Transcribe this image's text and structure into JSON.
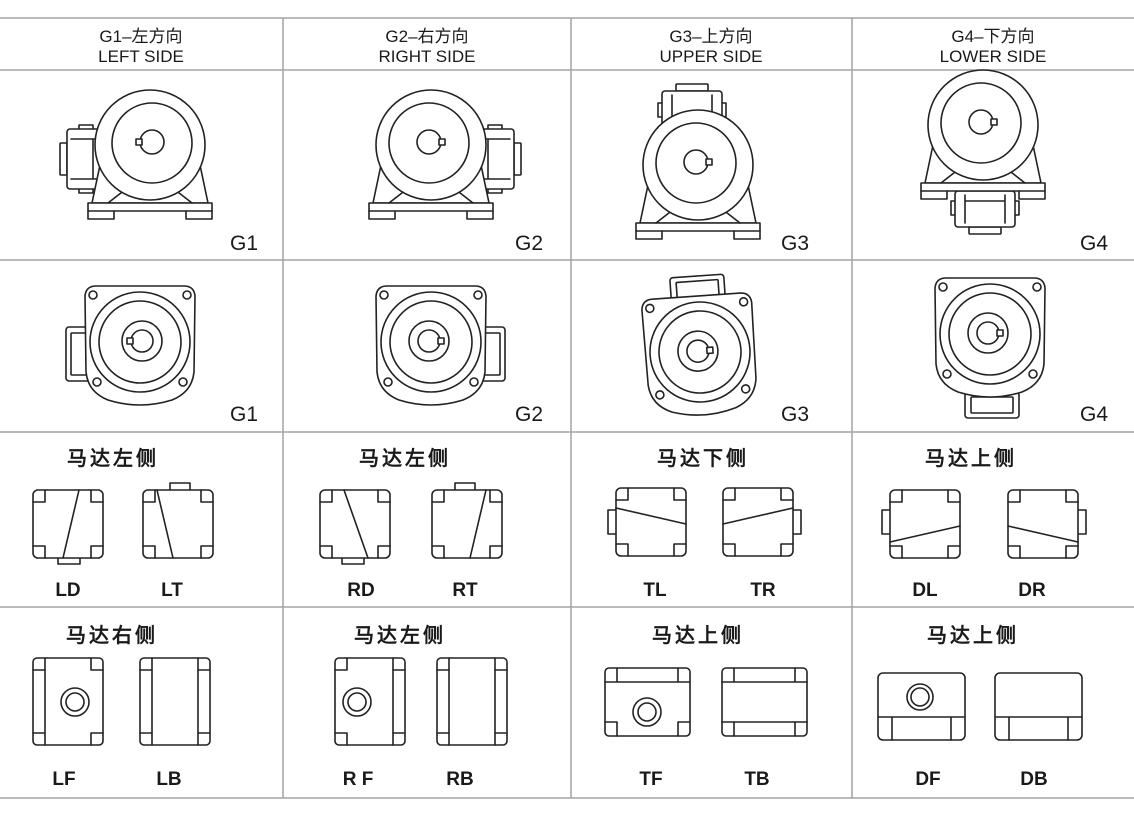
{
  "header": [
    {
      "code": "G1–左方向",
      "side": "LEFT SIDE"
    },
    {
      "code": "G2–右方向",
      "side": "RIGHT SIDE"
    },
    {
      "code": "G3–上方向",
      "side": "UPPER SIDE"
    },
    {
      "code": "G4–下方向",
      "side": "LOWER SIDE"
    }
  ],
  "side_view_row": {
    "labels": [
      "G1",
      "G2",
      "G3",
      "G4"
    ]
  },
  "flange_view_row": {
    "labels": [
      "G1",
      "G2",
      "G3",
      "G4"
    ]
  },
  "motor_rows": [
    {
      "cells": [
        {
          "title": "马达左侧",
          "labels": [
            "LD",
            "LT"
          ]
        },
        {
          "title": "马达左侧",
          "labels": [
            "RD",
            "RT"
          ]
        },
        {
          "title": "马达下侧",
          "labels": [
            "TL",
            "TR"
          ]
        },
        {
          "title": "马达上侧",
          "labels": [
            "DL",
            "DR"
          ]
        }
      ]
    },
    {
      "cells": [
        {
          "title": "马达右侧",
          "labels": [
            "LF",
            "LB"
          ]
        },
        {
          "title": "马达左侧",
          "labels": [
            "R F",
            "RB"
          ]
        },
        {
          "title": "马达上侧",
          "labels": [
            "TF",
            "TB"
          ]
        },
        {
          "title": "马达上侧",
          "labels": [
            "DF",
            "DB"
          ]
        }
      ]
    }
  ],
  "colors": {
    "line": "#222222",
    "grid": "#a3a3a3",
    "text": "#1a1a1a"
  }
}
